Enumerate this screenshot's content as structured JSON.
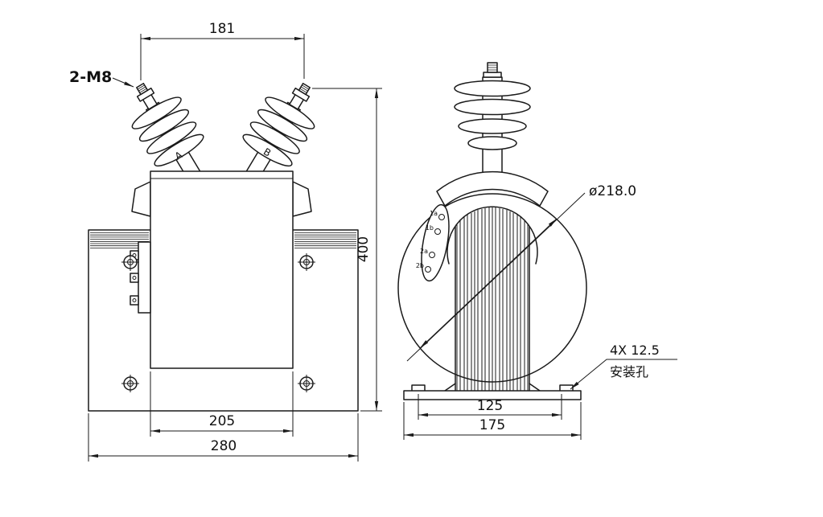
{
  "front_view": {
    "dim_terminal_spacing": "181",
    "thread_label": "2-M8",
    "dim_overall_height": "400",
    "dim_tank_width": "205",
    "dim_base_width": "280",
    "phase_a": "A",
    "phase_b": "B"
  },
  "side_view": {
    "dim_diameter": "ø218.0",
    "mounting_spec": "4X 12.5",
    "mounting_label": "安装孔",
    "dim_hole_spacing": "125",
    "dim_base_depth": "175",
    "terminals": [
      {
        "label": "1a"
      },
      {
        "label": "1b"
      },
      {
        "label": "2a"
      },
      {
        "label": "2b"
      }
    ]
  },
  "colors": {
    "line": "#1a1a1a",
    "background": "#ffffff"
  }
}
